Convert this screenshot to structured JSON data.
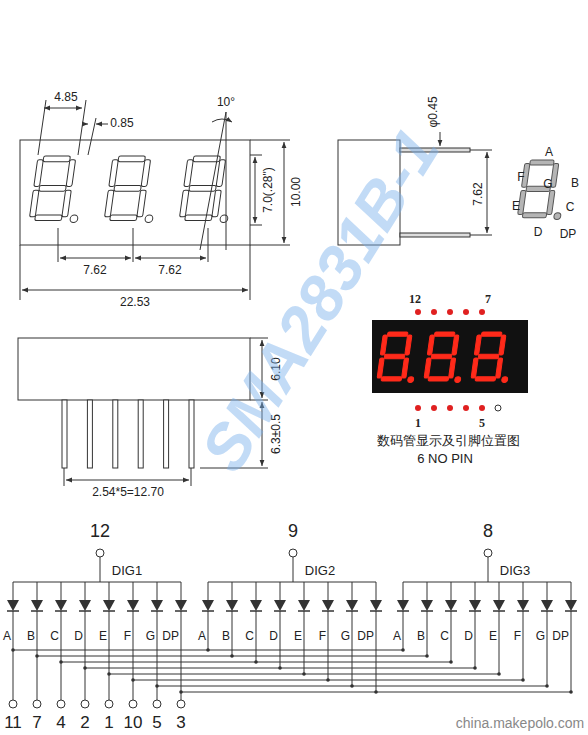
{
  "diagram": {
    "labels": [
      "4.85",
      "0.85",
      "10°",
      "7.0(.28\")",
      "10.00",
      "7.62",
      "7.62",
      "22.53",
      "φ0.45",
      "7.62",
      "A",
      "B",
      "F",
      "G",
      "E",
      "C",
      "D",
      "DP",
      "12",
      "7",
      "1",
      "5",
      "数码管显示及引脚位置图",
      "6 NO PIN",
      "6.10",
      "6.3±0.5",
      "2.54*5=12.70",
      "12",
      "9",
      "8",
      "DIG1",
      "DIG2",
      "DIG3",
      "A",
      "B",
      "C",
      "D",
      "E",
      "F",
      "G",
      "DP",
      "A",
      "B",
      "C",
      "D",
      "E",
      "F",
      "G",
      "DP",
      "A",
      "B",
      "C",
      "D",
      "E",
      "F",
      "G",
      "DP",
      "11",
      "7",
      "4",
      "2",
      "1",
      "10",
      "5",
      "3",
      "SMA2831B-1",
      "china.makepolo.com"
    ]
  }
}
